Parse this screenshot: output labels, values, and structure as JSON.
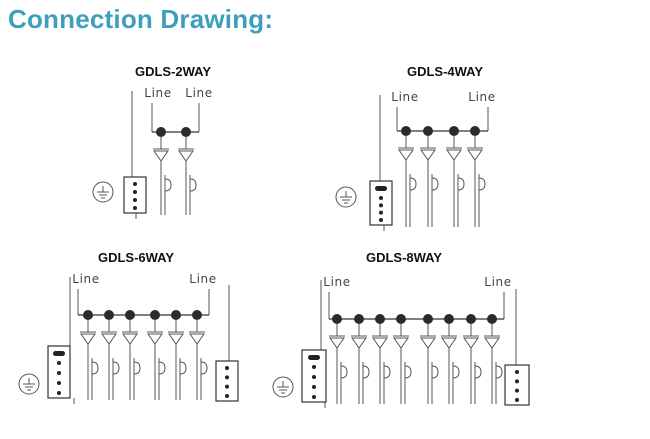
{
  "page": {
    "title": "Connection Drawing:",
    "accent_color": "#3e9fbd",
    "line_color": "#555555",
    "terminal_color": "#2b2b2b"
  },
  "diagrams": [
    {
      "model": "GDLS-2WAY",
      "ways": 2,
      "line_labels": [
        "Line",
        "Line"
      ],
      "label_spacing": "per-pair",
      "side_block": false
    },
    {
      "model": "GDLS-4WAY",
      "ways": 4,
      "line_labels": [
        "Line",
        "Line"
      ],
      "label_spacing": "ends",
      "side_block": false
    },
    {
      "model": "GDLS-6WAY",
      "ways": 6,
      "line_labels": [
        "Line",
        "Line"
      ],
      "label_spacing": "ends",
      "side_block": true
    },
    {
      "model": "GDLS-8WAY",
      "ways": 8,
      "line_labels": [
        "Line",
        "Line"
      ],
      "label_spacing": "ends",
      "side_block": true
    }
  ],
  "icons": {
    "ground": "ground-icon",
    "terminal_block": "terminal-block-icon",
    "surge_module": "surge-protector-icon"
  }
}
